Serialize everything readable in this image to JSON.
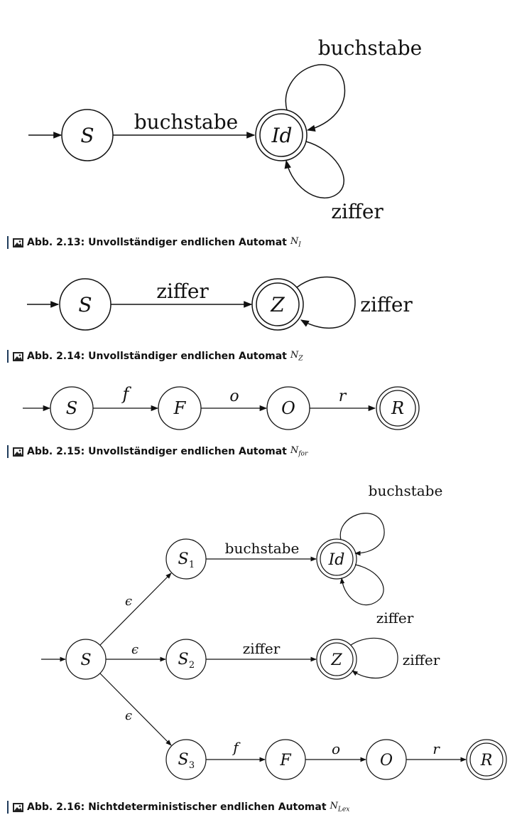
{
  "figures": [
    {
      "caption_prefix": "Abb. 2.13: Unvollständiger endlichen Automat",
      "caption_symbol": "N",
      "caption_sub": "I",
      "states": [
        "S",
        "Id"
      ],
      "edge_labels": [
        "buchstabe",
        "buchstabe",
        "ziffer"
      ]
    },
    {
      "caption_prefix": "Abb. 2.14: Unvollständiger endlichen Automat",
      "caption_symbol": "N",
      "caption_sub": "Z",
      "states": [
        "S",
        "Z"
      ],
      "edge_labels": [
        "ziffer",
        "ziffer"
      ]
    },
    {
      "caption_prefix": "Abb. 2.15: Unvollständiger endlichen Automat",
      "caption_symbol": "N",
      "caption_sub": "for",
      "states": [
        "S",
        "F",
        "O",
        "R"
      ],
      "edge_labels": [
        "f",
        "o",
        "r"
      ]
    },
    {
      "caption_prefix": "Abb. 2.16: Nichtdeterministischer endlichen Automat",
      "caption_symbol": "N",
      "caption_sub": "Lex",
      "states": [
        "S",
        "S",
        "1",
        "S",
        "2",
        "S",
        "3",
        "Id",
        "Z",
        "F",
        "O",
        "R"
      ],
      "edge_labels": [
        "ϵ",
        "ϵ",
        "ϵ",
        "buchstabe",
        "buchstabe",
        "ziffer",
        "ziffer",
        "ziffer",
        "f",
        "o",
        "r"
      ]
    }
  ],
  "colors": {
    "ink": "#111111",
    "caption_bar": "#1f3b5b"
  },
  "icons": {
    "caption_icon": "image-icon"
  }
}
